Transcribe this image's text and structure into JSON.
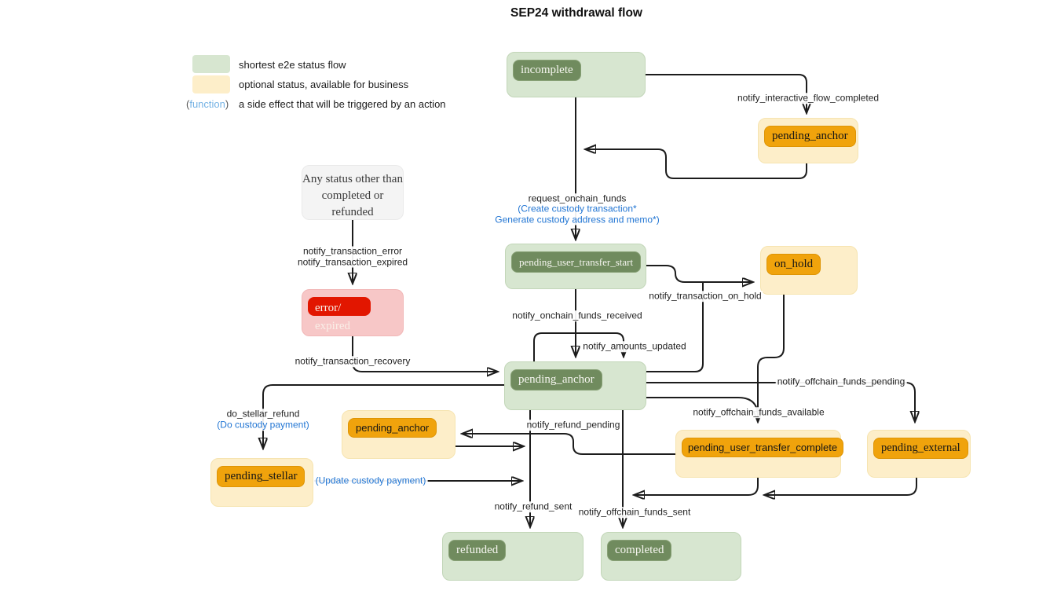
{
  "title": "SEP24 withdrawal flow",
  "legend": {
    "shortest_label": "shortest e2e status flow",
    "optional_label": "optional status, available for business",
    "function_open_paren": "(",
    "function_word": "function",
    "function_close_paren": ")",
    "function_label": "a side effect that will be triggered by an action"
  },
  "colors": {
    "flow_green_light": "#d7e6d0",
    "flow_green_dark": "#708b5e",
    "optional_yellow_light": "#fdeec9",
    "optional_orange": "#f0a30c",
    "error_pink": "#f7c7c7",
    "error_red": "#e21600",
    "neutral_gray": "#f4f4f4",
    "function_blue": "#2175d3",
    "legend_function_blue": "#74b2e4",
    "edge_color": "#1c1c1c"
  },
  "nodes": {
    "incomplete": {
      "label": "incomplete"
    },
    "pending_anchor_top": {
      "label": "pending_anchor"
    },
    "any_status": {
      "label": "Any status other\nthan completed or\nrefunded"
    },
    "error_expired": {
      "label": "error/\nexpired"
    },
    "pending_user_transfer_start": {
      "label": "pending_user_transfer_start"
    },
    "on_hold": {
      "label": "on_hold"
    },
    "pending_anchor_main": {
      "label": "pending_anchor"
    },
    "pending_anchor_refund": {
      "label": "pending_anchor"
    },
    "pending_stellar": {
      "label": "pending_stellar"
    },
    "pending_user_transfer_complete": {
      "label": "pending_user_transfer_complete"
    },
    "pending_external": {
      "label": "pending_external"
    },
    "refunded": {
      "label": "refunded"
    },
    "completed": {
      "label": "completed"
    }
  },
  "edge_labels": {
    "notify_interactive_flow_completed": "notify_interactive_flow_completed",
    "request_onchain_funds": "request_onchain_funds",
    "request_onchain_funds_fn": "(Create custody transaction*\nGenerate custody address and memo*)",
    "notify_transaction_error_expired": "notify_transaction_error\nnotify_transaction_expired",
    "notify_transaction_recovery": "notify_transaction_recovery",
    "notify_onchain_funds_received": "notify_onchain_funds_received",
    "notify_amounts_updated": "notify_amounts_updated",
    "notify_transaction_on_hold": "notify_transaction_on_hold",
    "notify_offchain_funds_pending": "notify_offchain_funds_pending",
    "notify_offchain_funds_available": "notify_offchain_funds_available",
    "notify_refund_pending": "notify_refund_pending",
    "do_stellar_refund": "do_stellar_refund",
    "do_stellar_refund_fn": "(Do custody payment)",
    "update_custody_payment_fn": "(Update custody payment)",
    "notify_refund_sent": "notify_refund_sent",
    "notify_offchain_funds_sent": "notify_offchain_funds_sent"
  }
}
